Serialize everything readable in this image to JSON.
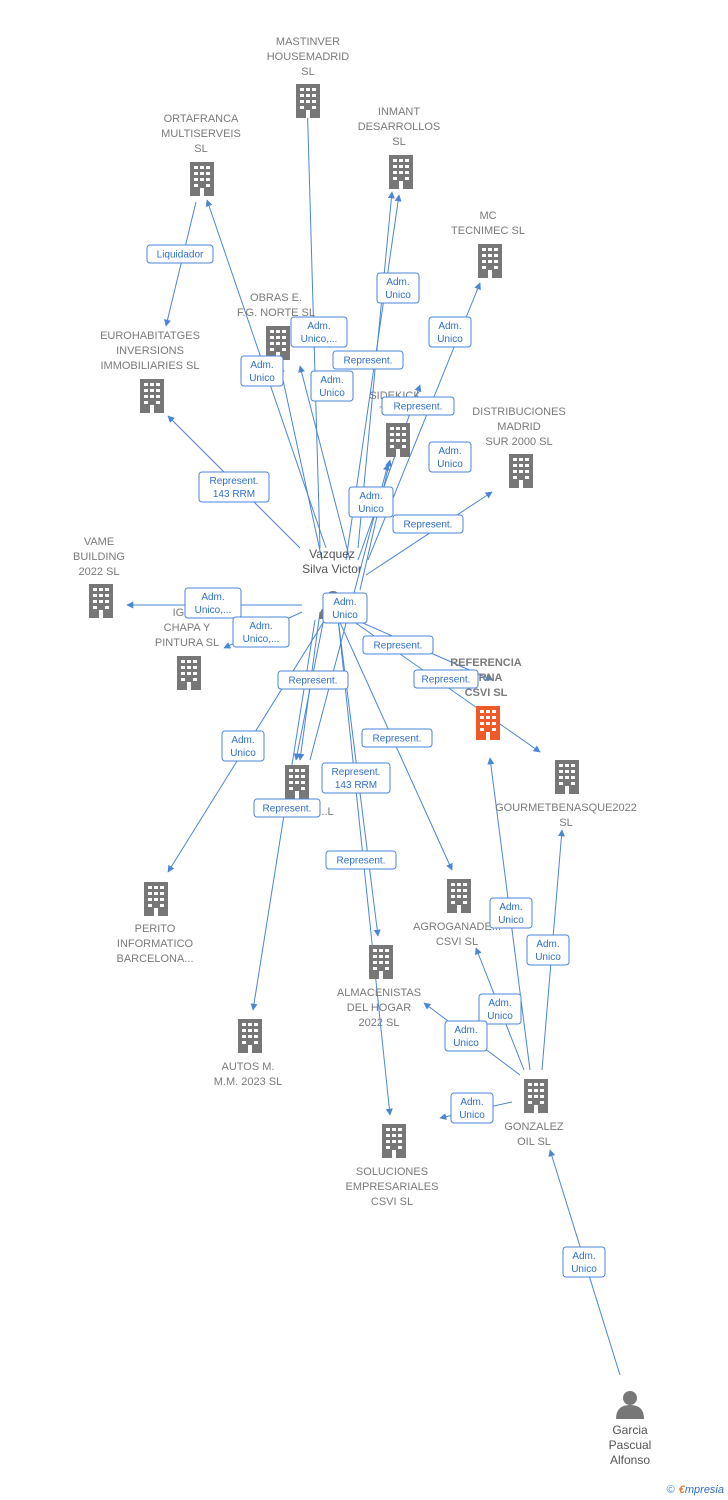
{
  "colors": {
    "edge": "#4a86d8",
    "building": "#777777",
    "highlight": "#f05a28",
    "person": "#777777"
  },
  "nodes": [
    {
      "id": "mastinver",
      "type": "company",
      "lines": [
        "MASTINVER",
        "HOUSEMADRID",
        "SL"
      ]
    },
    {
      "id": "ortafranca",
      "type": "company",
      "lines": [
        "ORTAFRANCA",
        "MULTISERVEIS",
        "SL"
      ]
    },
    {
      "id": "inmant",
      "type": "company",
      "lines": [
        "INMANT",
        "DESARROLLOS",
        "SL"
      ]
    },
    {
      "id": "mctecnimec",
      "type": "company",
      "lines": [
        "MC",
        "TECNIMEC  SL"
      ]
    },
    {
      "id": "obras",
      "type": "company",
      "lines": [
        "OBRAS E.",
        "F.G. NORTE  SL"
      ]
    },
    {
      "id": "eurohab",
      "type": "company",
      "lines": [
        "EUROHABITATGES",
        "INVERSIONS",
        "IMMOBILIARIES SL"
      ]
    },
    {
      "id": "sidekick",
      "type": "company",
      "lines": [
        "SIDEKICK",
        "TRA..."
      ]
    },
    {
      "id": "distrib",
      "type": "company",
      "lines": [
        "DISTRIBUCIONES",
        "MADRID",
        "SUR 2000  SL"
      ]
    },
    {
      "id": "vame",
      "type": "company",
      "lines": [
        "VAME",
        "BUILDING",
        "2022  SL"
      ]
    },
    {
      "id": "iguchapa",
      "type": "company",
      "lines": [
        "IGU...",
        "CHAPA Y",
        "PINTURA  SL"
      ]
    },
    {
      "id": "referencia",
      "type": "company",
      "highlight": true,
      "lines": [
        "REFERENCIA",
        "...RNA",
        "CSVI  SL"
      ]
    },
    {
      "id": "gourmet",
      "type": "company",
      "lines": [
        "GOURMETBENASQUE2022",
        "SL"
      ]
    },
    {
      "id": "midl",
      "type": "company",
      "lines": [
        "...L"
      ]
    },
    {
      "id": "perito",
      "type": "company",
      "lines": [
        "PERITO",
        "INFORMATICO",
        "BARCELONA..."
      ]
    },
    {
      "id": "agroganade",
      "type": "company",
      "lines": [
        "AGROGANADE...",
        "CSVI  SL"
      ]
    },
    {
      "id": "almacenistas",
      "type": "company",
      "lines": [
        "ALMACENISTAS",
        "DEL HOGAR",
        "2022  SL"
      ]
    },
    {
      "id": "autos",
      "type": "company",
      "lines": [
        "AUTOS M.",
        "M.M. 2023  SL"
      ]
    },
    {
      "id": "gonzalez",
      "type": "company",
      "lines": [
        "GONZALEZ",
        "OIL  SL"
      ]
    },
    {
      "id": "soluciones",
      "type": "company",
      "lines": [
        "SOLUCIONES",
        "EMPRESARIALES",
        "CSVI  SL"
      ]
    },
    {
      "id": "vazquez",
      "type": "person",
      "lines": [
        "Vazquez",
        "Silva Victor"
      ]
    },
    {
      "id": "garcia",
      "type": "person",
      "lines": [
        "Garcia",
        "Pascual",
        "Alfonso"
      ]
    }
  ],
  "edges": [
    {
      "from": "ortafranca",
      "to": "eurohab",
      "label": [
        "Liquidador"
      ]
    },
    {
      "from": "vazquez",
      "to": "mastinver",
      "label": [
        "Adm.",
        "Unico,..."
      ]
    },
    {
      "from": "vazquez",
      "to": "ortafranca",
      "label": [
        "Adm.",
        "Unico"
      ]
    },
    {
      "from": "vazquez",
      "to": "inmant",
      "label": [
        "Adm.",
        "Unico"
      ]
    },
    {
      "from": "vazquez",
      "to": "mctecnimec",
      "label": [
        "Adm.",
        "Unico"
      ]
    },
    {
      "from": "vazquez",
      "to": "obras",
      "label": [
        "Adm.",
        "Unico"
      ]
    },
    {
      "from": "vazquez",
      "to": "obras",
      "label": [
        "Represent."
      ]
    },
    {
      "from": "vazquez",
      "to": "eurohab",
      "label": [
        "Represent.",
        "143 RRM"
      ]
    },
    {
      "from": "vazquez",
      "to": "sidekick",
      "label": [
        "Represent."
      ]
    },
    {
      "from": "vazquez",
      "to": "sidekick",
      "label": [
        "Adm.",
        "Unico"
      ]
    },
    {
      "from": "vazquez",
      "to": "distrib",
      "label": [
        "Represent."
      ]
    },
    {
      "from": "vazquez",
      "to": "distrib",
      "label": [
        "Adm.",
        "Unico"
      ]
    },
    {
      "from": "vazquez",
      "to": "vame",
      "label": [
        "Adm.",
        "Unico,..."
      ]
    },
    {
      "from": "vazquez",
      "to": "iguchapa",
      "label": [
        "Adm.",
        "Unico,..."
      ]
    },
    {
      "from": "vazquez",
      "to": "referencia",
      "label": [
        "Represent."
      ]
    },
    {
      "from": "vazquez",
      "to": "gourmet",
      "label": [
        "Represent."
      ]
    },
    {
      "from": "vazquez",
      "to": "midl",
      "label": [
        "Adm.",
        "Unico"
      ]
    },
    {
      "from": "vazquez",
      "to": "midl",
      "label": [
        "Represent."
      ]
    },
    {
      "from": "vazquez",
      "to": "perito",
      "label": [
        "Adm.",
        "Unico"
      ]
    },
    {
      "from": "vazquez",
      "to": "agroganade",
      "label": [
        "Represent."
      ]
    },
    {
      "from": "vazquez",
      "to": "almacenistas",
      "label": [
        "Represent.",
        "143 RRM"
      ]
    },
    {
      "from": "vazquez",
      "to": "soluciones",
      "label": [
        "Represent."
      ]
    },
    {
      "from": "vazquez",
      "to": "autos",
      "label": [
        "Represent."
      ]
    },
    {
      "from": "vazquez",
      "to": "sidekick",
      "label": [
        "Represent."
      ]
    },
    {
      "from": "gonzalez",
      "to": "referencia",
      "label": [
        "Adm.",
        "Unico"
      ]
    },
    {
      "from": "gonzalez",
      "to": "gourmet",
      "label": [
        "Adm.",
        "Unico"
      ]
    },
    {
      "from": "gonzalez",
      "to": "agroganade",
      "label": [
        "Adm.",
        "Unico"
      ]
    },
    {
      "from": "gonzalez",
      "to": "almacenistas",
      "label": [
        "Adm.",
        "Unico"
      ]
    },
    {
      "from": "gonzalez",
      "to": "soluciones",
      "label": [
        "Adm.",
        "Unico"
      ]
    },
    {
      "from": "garcia",
      "to": "gonzalez",
      "label": [
        "Adm.",
        "Unico"
      ]
    }
  ],
  "footer": {
    "copyright": "©",
    "brand_e": "€",
    "brand_rest": "mpresia"
  }
}
